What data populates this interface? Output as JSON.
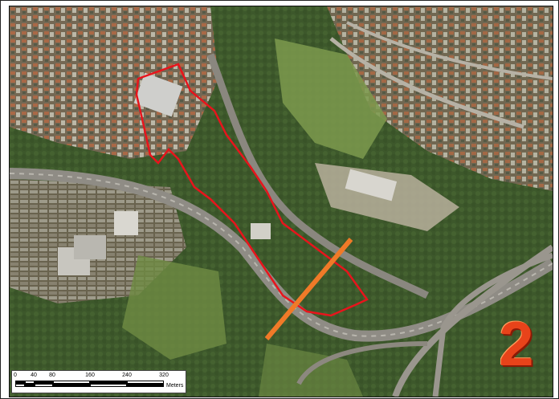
{
  "map": {
    "section_number": "2",
    "boundary_color": "#e8141c",
    "cut_line_color": "#f07a28"
  },
  "scale_bar": {
    "ticks": [
      "0",
      "40",
      "80",
      "160",
      "240",
      "320"
    ],
    "unit": "Meters"
  }
}
